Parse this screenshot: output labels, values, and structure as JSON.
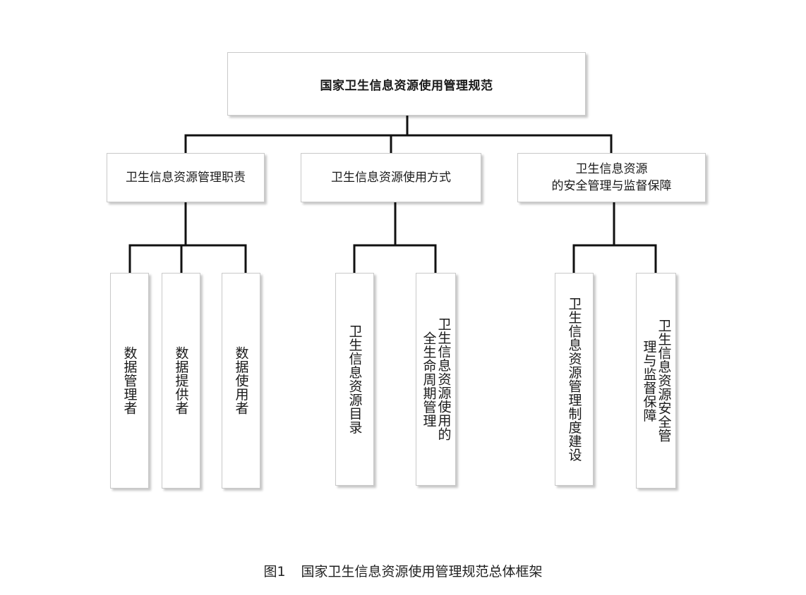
{
  "diagram": {
    "root": {
      "label": "国家卫生信息资源使用管理规范"
    },
    "branches": [
      {
        "label": "卫生信息资源管理职责",
        "children": [
          "数据管理者",
          "数据提供者",
          "数据使用者"
        ]
      },
      {
        "label": "卫生信息资源使用方式",
        "children": [
          "卫生信息资源目录",
          "卫生信息资源使用的全生命周期管理"
        ]
      },
      {
        "label": "卫生信息资源\n的安全管理与监督保障",
        "children": [
          "卫生信息资源管理制度建设",
          "卫生信息资源安全管理与监督保障"
        ]
      }
    ]
  },
  "caption": {
    "number": "图1",
    "text": "国家卫生信息资源使用管理规范总体框架"
  }
}
